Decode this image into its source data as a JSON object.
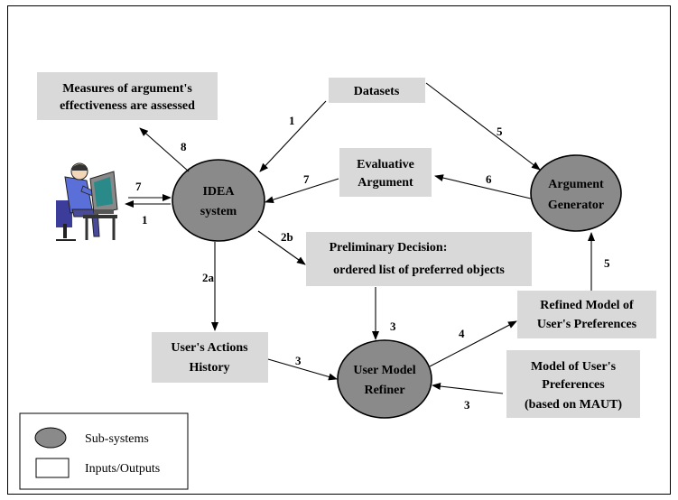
{
  "nodes": {
    "idea": [
      "IDEA",
      "system"
    ],
    "argument_generator": [
      "Argument",
      "Generator"
    ],
    "user_model_refiner": [
      "User Model",
      "Refiner"
    ]
  },
  "boxes": {
    "measures": [
      "Measures of argument's",
      "effectiveness are assessed"
    ],
    "datasets": [
      "Datasets"
    ],
    "evaluative_argument": [
      "Evaluative",
      "Argument"
    ],
    "preliminary_decision": [
      "Preliminary Decision:",
      "ordered list of preferred objects"
    ],
    "refined_model": [
      "Refined Model of",
      "User's Preferences"
    ],
    "users_actions_history": [
      "User's Actions",
      "History"
    ],
    "model_of_preferences": [
      "Model of User's",
      "Preferences",
      "(based on MAUT)"
    ]
  },
  "arrow_labels": {
    "datasets_to_idea": "1",
    "datasets_to_generator": "5",
    "idea_to_measures": "8",
    "evaluative_to_idea": "7",
    "generator_to_evaluative": "6",
    "idea_to_preliminary": "2b",
    "idea_to_history": "2a",
    "preliminary_to_refiner": "3",
    "history_to_refiner": "3",
    "refiner_to_refined": "4",
    "refined_to_generator": "5",
    "model_to_refiner": "3",
    "user_to_idea": "7",
    "idea_to_user": "1"
  },
  "legend": {
    "subsystems": "Sub-systems",
    "inputs_outputs": "Inputs/Outputs"
  },
  "colors": {
    "node_fill": "#8a8a8a",
    "box_fill": "#d9d9d9"
  }
}
